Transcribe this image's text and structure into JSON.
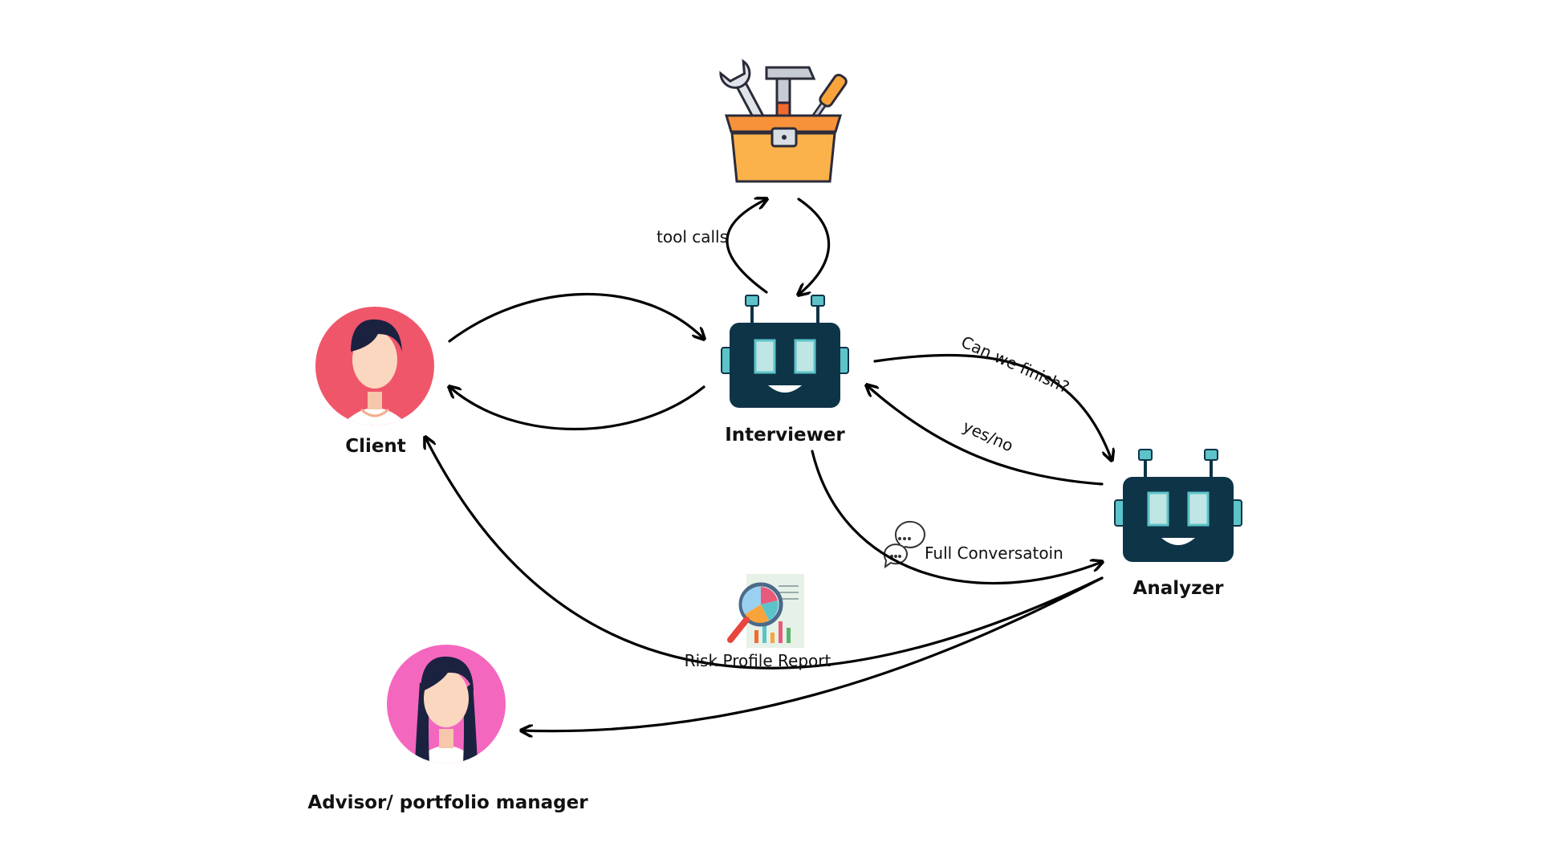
{
  "nodes": {
    "toolbox": {
      "icon": "toolbox-icon"
    },
    "client": {
      "label": "Client",
      "icon": "client-avatar-icon",
      "color": "#f0566a"
    },
    "interviewer": {
      "label": "Interviewer",
      "icon": "robot-icon",
      "color": "#0e3448"
    },
    "analyzer": {
      "label": "Analyzer",
      "icon": "robot-icon",
      "color": "#0e3448"
    },
    "advisor": {
      "label": "Advisor/ portfolio manager",
      "icon": "advisor-avatar-icon",
      "color": "#f467bf"
    }
  },
  "edges": {
    "tool_calls": "tool calls",
    "can_we_finish": "Can we finish?",
    "yes_no": "yes/no",
    "full_conversation": "Full Conversatoin",
    "risk_profile_report": "Risk Profile Report"
  },
  "colors": {
    "robot_body": "#0e3448",
    "robot_accent": "#5cc3c9",
    "toolbox_orange": "#f9a43a",
    "client_bg": "#f0566a",
    "advisor_bg": "#f467bf",
    "arrow": "#000000"
  }
}
